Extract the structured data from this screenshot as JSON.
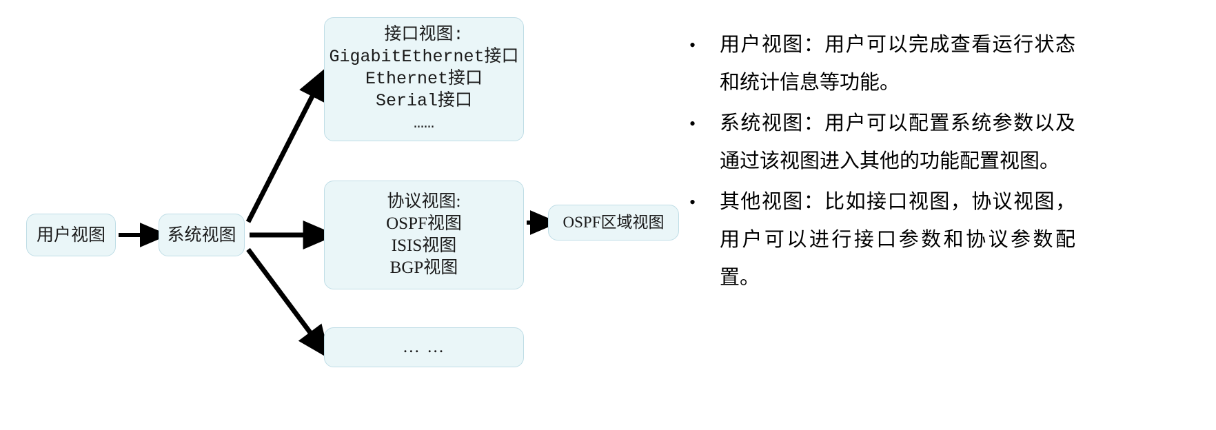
{
  "diagram": {
    "nodes": {
      "user_view": {
        "label": "用户视图"
      },
      "system_view": {
        "label": "系统视图"
      },
      "interface_view": {
        "lines": [
          "接口视图:",
          "GigabitEthernet接口",
          "Ethernet接口",
          "Serial接口",
          "……"
        ]
      },
      "protocol_view": {
        "lines": [
          "协议视图:",
          "OSPF视图",
          "ISIS视图",
          "BGP视图"
        ]
      },
      "ospf_area_view": {
        "label": "OSPF区域视图"
      },
      "more_view": {
        "label": "… …"
      }
    },
    "colors": {
      "node_fill": "#eaf6f8",
      "node_border": "#bfdde6",
      "arrow": "#000000",
      "text": "#1a1a1a"
    }
  },
  "notes": {
    "bullet_marker": "•",
    "items": [
      "用户视图：用户可以完成查看运行状态和统计信息等功能。",
      "系统视图：用户可以配置系统参数以及通过该视图进入其他的功能配置视图。",
      "其他视图：比如接口视图，协议视图，用户可以进行接口参数和协议参数配置。"
    ]
  }
}
